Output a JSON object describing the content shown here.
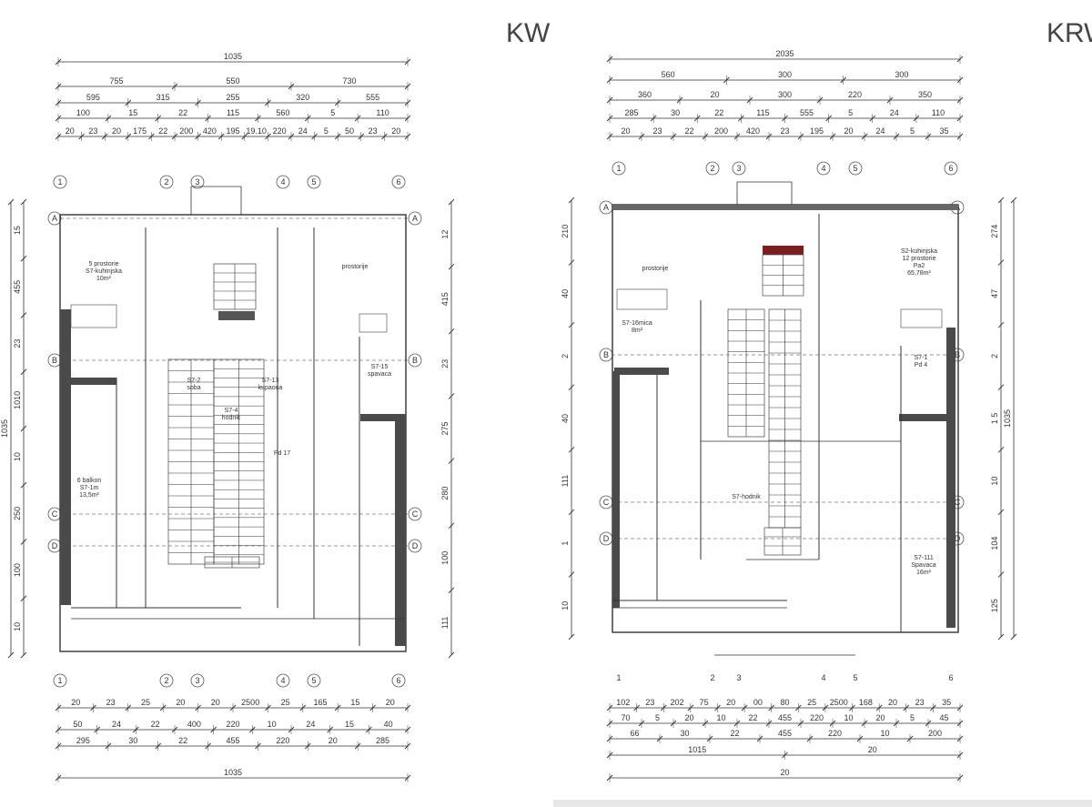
{
  "logos": {
    "left": "KW",
    "right": "KRW"
  },
  "plans": [
    {
      "id": "left",
      "overall_top": "1035",
      "overall_bottom": "1035",
      "dim_rows_top": [
        [
          "755",
          "550",
          "730"
        ],
        [
          "595",
          "315",
          "255",
          "320",
          "555"
        ],
        [
          "100",
          "15",
          "22",
          "115",
          "560",
          "5",
          "110"
        ],
        [
          "20",
          "23",
          "20",
          "175",
          "22",
          "200",
          "420",
          "195",
          "19.10",
          "220",
          "24",
          "5",
          "50",
          "23",
          "20"
        ]
      ],
      "dim_rows_bottom": [
        [
          "20",
          "23",
          "25",
          "20",
          "20",
          "2500",
          "25",
          "165",
          "15",
          "20"
        ],
        [
          "50",
          "24",
          "22",
          "400",
          "220",
          "10",
          "24",
          "15",
          "40"
        ],
        [
          "295",
          "30",
          "22",
          "455",
          "220",
          "20",
          "285"
        ]
      ],
      "side_left": [
        "15",
        "455",
        "23",
        "1010",
        "10",
        "250",
        "100",
        "10"
      ],
      "side_right": [
        "12",
        "415",
        "23",
        "275",
        "280",
        "100",
        "111"
      ],
      "axes_top": [
        "1",
        "2",
        "3",
        "4",
        "5",
        "6"
      ],
      "axes_bottom": [
        "1",
        "2",
        "3",
        "4",
        "5",
        "6"
      ],
      "axes_side": [
        "A",
        "B",
        "C",
        "D"
      ],
      "rooms": [
        {
          "lines": [
            "5 prostorie",
            "S7-kuhinjska",
            "10m²"
          ]
        },
        {
          "lines": [
            "6 balkon",
            "S7-1m",
            "13,5m²"
          ]
        },
        {
          "lines": [
            "S7-2",
            "soba"
          ]
        },
        {
          "lines": [
            "S7-13",
            "kupaona"
          ]
        },
        {
          "lines": [
            "S7-4",
            "hodnik"
          ]
        },
        {
          "lines": [
            "S7-15",
            "spavaca"
          ]
        },
        {
          "lines": [
            "Pd 17"
          ]
        }
      ]
    },
    {
      "id": "right",
      "overall_top": "2035",
      "overall_bottom": "20",
      "dim_rows_top": [
        [
          "560",
          "300",
          "300"
        ],
        [
          "360",
          "20",
          "300",
          "220",
          "350"
        ],
        [
          "285",
          "30",
          "22",
          "115",
          "555",
          "5",
          "24",
          "110"
        ],
        [
          "20",
          "23",
          "22",
          "200",
          "420",
          "23",
          "195",
          "20",
          "24",
          "5",
          "35"
        ]
      ],
      "dim_rows_bottom": [
        [
          "102",
          "23",
          "202",
          "75",
          "20",
          "00",
          "80",
          "25",
          "2500",
          "168",
          "20",
          "23",
          "35"
        ],
        [
          "70",
          "5",
          "20",
          "10",
          "22",
          "455",
          "220",
          "10",
          "20",
          "5",
          "45"
        ],
        [
          "66",
          "30",
          "22",
          "455",
          "220",
          "10",
          "200"
        ],
        [
          "1015",
          "20"
        ]
      ],
      "side_left": [
        "210",
        "40",
        "2",
        "40",
        "111",
        "1",
        "10"
      ],
      "side_right": [
        "274",
        "47",
        "2",
        "1 5",
        "10",
        "104",
        "125"
      ],
      "axes_top": [
        "1",
        "2",
        "3",
        "4",
        "5",
        "6"
      ],
      "axes_bottom": [
        "1",
        "2",
        "3",
        "4",
        "5",
        "6"
      ],
      "axes_side": [
        "A",
        "B",
        "C",
        "D"
      ],
      "rooms": [
        {
          "lines": [
            "S2-kuhinjska",
            "12 prostorie",
            "Pa2",
            "65,78m²"
          ]
        },
        {
          "lines": [
            "S7-16mica",
            "8m²"
          ]
        },
        {
          "lines": [
            "S7-1",
            "Pd 4"
          ]
        },
        {
          "lines": [
            "S7-111",
            "Spavaca",
            "16m²"
          ]
        },
        {
          "lines": [
            "S7-hodnik"
          ]
        }
      ]
    }
  ],
  "colors": {
    "ink": "#333333",
    "wall": "#4a4a4a",
    "accent": "#7a1f1f",
    "bottom_bar": "#e8e8e8"
  }
}
